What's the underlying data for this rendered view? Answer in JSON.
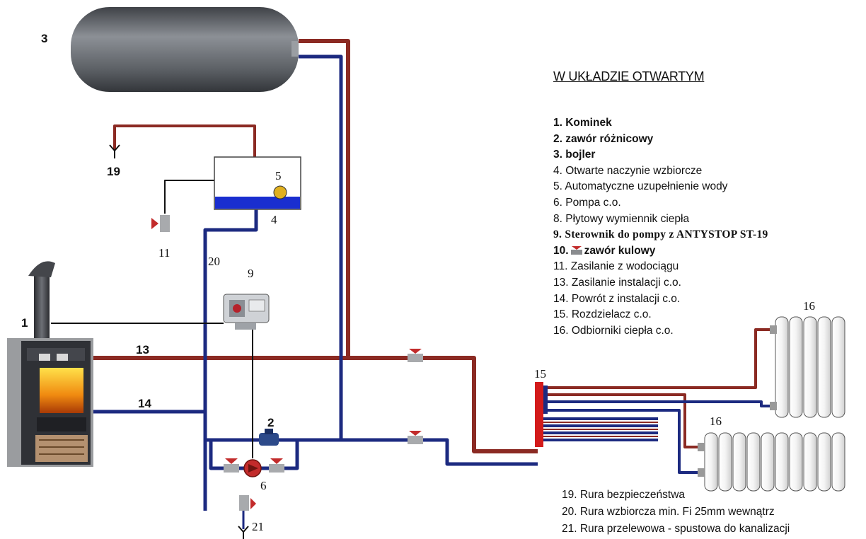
{
  "legend": {
    "title": "W UKŁADZIE OTWARTYM",
    "items": [
      "1. Kominek",
      "2. zawór różnicowy",
      "3.  bojler",
      "4. Otwarte naczynie wzbiorcze",
      "5. Automatyczne uzupełnienie wody",
      "6. Pompa c.o.",
      "8. Płytowy wymiennik ciepła",
      "9. Sterownik do pompy z ANTYSTOP ST-19",
      "10.",
      "zawór kulowy",
      "11. Zasilanie z wodociągu",
      "13. Zasilanie instalacji c.o.",
      "14. Powrót z instalacji c.o.",
      "15. Rozdzielacz c.o.",
      "16. Odbiorniki ciepła c.o."
    ],
    "items_bottom": [
      "19. Rura bezpieczeństwa",
      "20. Rura wzbiorcza min. Fi 25mm wewnątrz",
      "21. Rura przelewowa - spustowa do kanalizacji"
    ]
  },
  "labels": {
    "boiler": "3",
    "fireplace": "1",
    "diff_valve": "2",
    "pump": "6",
    "vessel": "4",
    "auto_fill": "5",
    "controller": "9",
    "water_supply": "11",
    "supply_pipe": "13",
    "return_pipe": "14",
    "manifold": "15",
    "radiator_top": "16",
    "radiator_bottom": "16",
    "safety_pipe": "19",
    "expansion_pipe": "20",
    "overflow_pipe": "21"
  },
  "colors": {
    "hot_pipe": "#8b2a23",
    "cold_pipe": "#1c2a80",
    "vessel_water": "#1a2ecf",
    "manifold": "#d31a1a",
    "valve_handle": "#c22b2b",
    "float": "#e0b020"
  }
}
